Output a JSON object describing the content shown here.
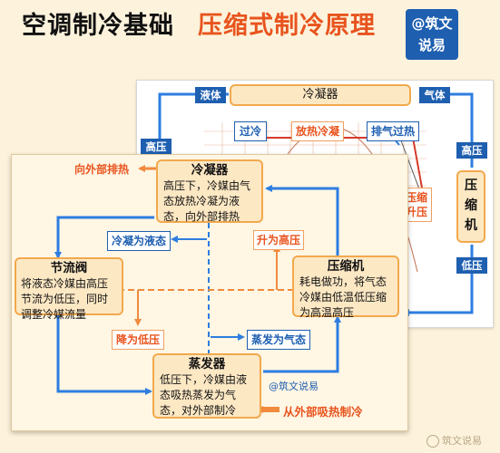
{
  "header": {
    "title_left": "空调制冷基础",
    "title_right": "压缩式制冷原理",
    "brand_line1": "@筑文",
    "brand_line2": "说易"
  },
  "back_diagram": {
    "condenser_label": "冷凝器",
    "compressor_label": "压缩机",
    "liquid_tag": "液体",
    "gas_tag": "气体",
    "high_pressure_left": "高压",
    "high_pressure_right": "高压",
    "low_pressure_right": "低压",
    "subcool_tag": "过冷",
    "heat_release_tag": "放热冷凝",
    "superheat_tag": "排气过热",
    "compress_rise_tag": "压缩\n升压"
  },
  "front_diagram": {
    "condenser": {
      "title": "冷凝器",
      "desc": "高压下，冷媒由气态放热冷凝为液态，向外部排热"
    },
    "throttle": {
      "title": "节流阀",
      "desc": "将液态冷媒由高压节流为低压，同时调整冷媒流量"
    },
    "compressor": {
      "title": "压缩机",
      "desc": "耗电做功，将气态冷媒由低温低压缩为高温高压"
    },
    "evaporator": {
      "title": "蒸发器",
      "desc": "低压下，冷媒由液态吸热蒸发为气态，对外部制冷"
    },
    "heat_out": "向外部排热",
    "condense_to_liquid": "冷凝为液态",
    "rise_to_high": "升为高压",
    "drop_to_low": "降为低压",
    "evaporate_to_gas": "蒸发为气态",
    "watermark": "@筑文说易",
    "absorb_heat": "从外部吸热制冷"
  },
  "footer": {
    "watermark": "筑文说易"
  },
  "colors": {
    "blue": "#1e5fb0",
    "arrow_blue": "#2e7de0",
    "orange": "#e8541e",
    "box_fill": "#fde8c4",
    "box_border": "#f2a94c"
  }
}
